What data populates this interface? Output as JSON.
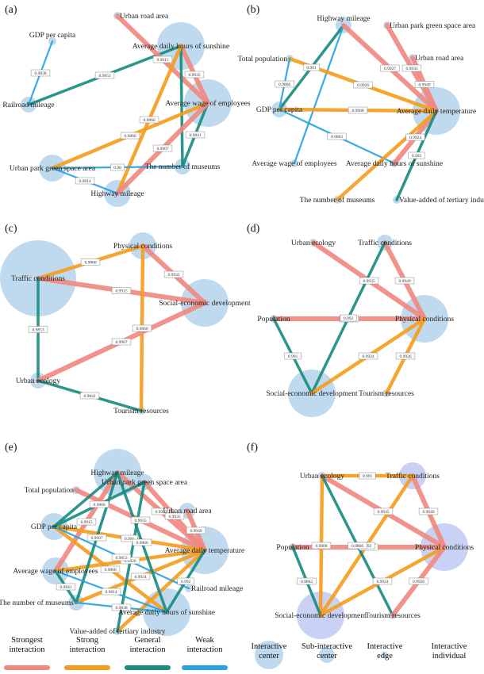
{
  "colors": {
    "strongest": "#F08A80",
    "strong": "#F59D1E",
    "general": "#1A8C80",
    "weak": "#27A4E0",
    "node": "#A9CDE8",
    "node_alt": "#B7C3F2"
  },
  "legend": {
    "edges": [
      {
        "label": "Strongest\ninteraction",
        "type": "strongest"
      },
      {
        "label": "Strong\ninteraction",
        "type": "strong"
      },
      {
        "label": "General\ninteraction",
        "type": "general"
      },
      {
        "label": "Weak\ninteraction",
        "type": "weak"
      }
    ],
    "nodes": [
      {
        "label": "Interactive\ncenter",
        "kind": "circle-large"
      },
      {
        "label": "Sub-interactive\ncenter",
        "kind": "circle-small"
      },
      {
        "label": "Interactive\nedge",
        "kind": "dot"
      },
      {
        "label": "Interactive\nindividual",
        "kind": "tiny"
      }
    ]
  },
  "panels": [
    {
      "label": "(a)",
      "nodes": [
        {
          "id": "gdp",
          "label": "GDP per capita",
          "size": "tiny"
        },
        {
          "id": "road",
          "label": "Urban road area",
          "size": "tiny"
        },
        {
          "id": "sun",
          "label": "Average daily hours of sunshine",
          "size": "large"
        },
        {
          "id": "rail",
          "label": "Railroad mileage",
          "size": "small"
        },
        {
          "id": "wage",
          "label": "Average wage of employees",
          "size": "large"
        },
        {
          "id": "park",
          "label": "Urban park green space area",
          "size": "medium"
        },
        {
          "id": "museum",
          "label": "The number of museums",
          "size": "small"
        },
        {
          "id": "highway",
          "label": "Highway mileage",
          "size": "medium"
        }
      ],
      "edges": [
        {
          "from": "gdp",
          "to": "rail",
          "type": "weak",
          "value": "0.9838"
        },
        {
          "from": "rail",
          "to": "sun",
          "type": "general",
          "value": "0.9853"
        },
        {
          "from": "road",
          "to": "wage",
          "type": "strongest",
          "value": "0.9915"
        },
        {
          "from": "sun",
          "to": "wage",
          "type": "strongest",
          "value": "0.9935"
        },
        {
          "from": "sun",
          "to": "museum",
          "type": "general",
          "value": ""
        },
        {
          "from": "sun",
          "to": "highway",
          "type": "strong",
          "value": "0.9866"
        },
        {
          "from": "wage",
          "to": "park",
          "type": "strong",
          "value": "0.9866"
        },
        {
          "from": "wage",
          "to": "museum",
          "type": "general",
          "value": "0.9841"
        },
        {
          "from": "wage",
          "to": "highway",
          "type": "strongest",
          "value": "0.9907"
        },
        {
          "from": "park",
          "to": "museum",
          "type": "weak",
          "value": "0.98"
        },
        {
          "from": "park",
          "to": "highway",
          "type": "weak",
          "value": "0.9814"
        }
      ]
    },
    {
      "label": "(b)",
      "nodes": [
        {
          "id": "highway",
          "label": "Highway mileage",
          "size": "small"
        },
        {
          "id": "park",
          "label": "Urban park green space area",
          "size": "tiny"
        },
        {
          "id": "pop",
          "label": "Total population",
          "size": "tiny"
        },
        {
          "id": "road",
          "label": "Urban road area",
          "size": "tiny"
        },
        {
          "id": "gdp",
          "label": "GDP per capita",
          "size": "small"
        },
        {
          "id": "temp",
          "label": "Average daily temperature",
          "size": "large"
        },
        {
          "id": "sun",
          "label": "Average daily hours of sunshine",
          "size": "tiny"
        },
        {
          "id": "wage",
          "label": "Average wage of employees",
          "size": "tiny"
        },
        {
          "id": "museum",
          "label": "The number of museums",
          "size": "tiny"
        },
        {
          "id": "tertiary",
          "label": "Value-added of tertiary industry",
          "size": "tiny"
        }
      ],
      "edges": [
        {
          "from": "highway",
          "to": "gdp",
          "type": "general",
          "value": "0.991"
        },
        {
          "from": "highway",
          "to": "wage",
          "type": "weak",
          "value": ""
        },
        {
          "from": "highway",
          "to": "temp",
          "type": "strongest",
          "value": "0.9927"
        },
        {
          "from": "pop",
          "to": "temp",
          "type": "strong",
          "value": "0.9926"
        },
        {
          "from": "pop",
          "to": "gdp",
          "type": "weak",
          "value": "0.9866"
        },
        {
          "from": "gdp",
          "to": "temp",
          "type": "strong",
          "value": "0.9908"
        },
        {
          "from": "gdp",
          "to": "sun",
          "type": "weak",
          "value": "0.9862"
        },
        {
          "from": "park",
          "to": "temp",
          "type": "strongest",
          "value": "0.9935"
        },
        {
          "from": "road",
          "to": "temp",
          "type": "strongest",
          "value": "0.9949"
        },
        {
          "from": "temp",
          "to": "sun",
          "type": "strongest",
          "value": "0.9924"
        },
        {
          "from": "temp",
          "to": "museum",
          "type": "strong",
          "value": ""
        },
        {
          "from": "temp",
          "to": "tertiary",
          "type": "general",
          "value": "0.992"
        }
      ]
    },
    {
      "label": "(c)",
      "nodes": [
        {
          "id": "physical",
          "label": "Physical conditions",
          "size": "medium"
        },
        {
          "id": "traffic",
          "label": "Traffic conditions",
          "size": "xlarge"
        },
        {
          "id": "social",
          "label": "Social-economic development",
          "size": "large"
        },
        {
          "id": "ecology",
          "label": "Urban ecology",
          "size": "small"
        },
        {
          "id": "tourism",
          "label": "Tourism resources",
          "size": "tiny"
        }
      ],
      "edges": [
        {
          "from": "traffic",
          "to": "physical",
          "type": "strong",
          "value": "0.9866"
        },
        {
          "from": "physical",
          "to": "social",
          "type": "strongest",
          "value": "0.9935"
        },
        {
          "from": "traffic",
          "to": "social",
          "type": "strongest",
          "value": "0.9915"
        },
        {
          "from": "physical",
          "to": "tourism",
          "type": "strong",
          "value": "0.9866"
        },
        {
          "from": "traffic",
          "to": "ecology",
          "type": "general",
          "value": "0.9853"
        },
        {
          "from": "ecology",
          "to": "social",
          "type": "strongest",
          "value": "0.9907"
        },
        {
          "from": "ecology",
          "to": "tourism",
          "type": "general",
          "value": "0.9841"
        }
      ]
    },
    {
      "label": "(d)",
      "nodes": [
        {
          "id": "ecology",
          "label": "Urban ecology",
          "size": "tiny"
        },
        {
          "id": "traffic",
          "label": "Traffic conditions",
          "size": "small"
        },
        {
          "id": "physical",
          "label": "Physical conditions",
          "size": "large"
        },
        {
          "id": "pop",
          "label": "Population",
          "size": "tiny"
        },
        {
          "id": "social",
          "label": "Social-economic development",
          "size": "large"
        },
        {
          "id": "tourism",
          "label": "Tourism resources",
          "size": "tiny"
        }
      ],
      "edges": [
        {
          "from": "ecology",
          "to": "physical",
          "type": "strongest",
          "value": "0.9935"
        },
        {
          "from": "traffic",
          "to": "physical",
          "type": "strongest",
          "value": "0.9949"
        },
        {
          "from": "pop",
          "to": "physical",
          "type": "strongest",
          "value": "0.9927"
        },
        {
          "from": "traffic",
          "to": "social",
          "type": "general",
          "value": "0.992"
        },
        {
          "from": "pop",
          "to": "social",
          "type": "general",
          "value": "0.991"
        },
        {
          "from": "social",
          "to": "physical",
          "type": "strong",
          "value": "0.9924"
        },
        {
          "from": "physical",
          "to": "tourism",
          "type": "strong",
          "value": "0.9926"
        }
      ]
    },
    {
      "label": "(e)",
      "nodes": [
        {
          "id": "highway",
          "label": "Highway mileage",
          "size": "large"
        },
        {
          "id": "park",
          "label": "Urban park green space area",
          "size": "small"
        },
        {
          "id": "pop",
          "label": "Total population",
          "size": "tiny"
        },
        {
          "id": "road",
          "label": "Urban road area",
          "size": "small"
        },
        {
          "id": "gdp",
          "label": "GDP per capita",
          "size": "medium"
        },
        {
          "id": "temp",
          "label": "Average daily temperature",
          "size": "large"
        },
        {
          "id": "wage",
          "label": "Average wage of employees",
          "size": "medium"
        },
        {
          "id": "rail",
          "label": "Railroad mileage",
          "size": "tiny"
        },
        {
          "id": "museum",
          "label": "The number of museums",
          "size": "small"
        },
        {
          "id": "sun",
          "label": "Average daily hours of sunshine",
          "size": "large"
        },
        {
          "id": "tertiary",
          "label": "Value-added of tertiary industry",
          "size": "tiny"
        }
      ],
      "edges": [
        {
          "from": "pop",
          "to": "temp",
          "type": "strongest",
          "value": "0.9935"
        },
        {
          "from": "highway",
          "to": "temp",
          "type": "strongest",
          "value": "0.9927"
        },
        {
          "from": "park",
          "to": "temp",
          "type": "strongest",
          "value": "0.9935"
        },
        {
          "from": "road",
          "to": "temp",
          "type": "strongest",
          "value": "0.9949"
        },
        {
          "from": "highway",
          "to": "wage",
          "type": "strongest",
          "value": "0.9915"
        },
        {
          "from": "gdp",
          "to": "temp",
          "type": "strong",
          "value": "0.991"
        },
        {
          "from": "gdp",
          "to": "sun",
          "type": "strong",
          "value": "0.9866"
        },
        {
          "from": "wage",
          "to": "temp",
          "type": "strong",
          "value": "0.9926"
        },
        {
          "from": "museum",
          "to": "temp",
          "type": "strong",
          "value": "0.9924"
        },
        {
          "from": "tertiary",
          "to": "temp",
          "type": "strong",
          "value": ""
        },
        {
          "from": "gdp",
          "to": "rail",
          "type": "weak",
          "value": "0.9853"
        },
        {
          "from": "sun",
          "to": "temp",
          "type": "general",
          "value": "0.992"
        },
        {
          "from": "highway",
          "to": "museum",
          "type": "general",
          "value": "0.9907"
        },
        {
          "from": "highway",
          "to": "sun",
          "type": "general",
          "value": "0.9866"
        },
        {
          "from": "park",
          "to": "gdp",
          "type": "general",
          "value": "0.9866"
        },
        {
          "from": "park",
          "to": "tertiary",
          "type": "general",
          "value": ""
        },
        {
          "from": "wage",
          "to": "museum",
          "type": "general",
          "value": "0.9841"
        },
        {
          "from": "gdp",
          "to": "highway",
          "type": "general",
          "value": ""
        },
        {
          "from": "museum",
          "to": "sun",
          "type": "weak",
          "value": "0.9838"
        },
        {
          "from": "wage",
          "to": "sun",
          "type": "weak",
          "value": "0.9814"
        }
      ]
    },
    {
      "label": "(f)",
      "nodes": [
        {
          "id": "ecology",
          "label": "Urban ecology",
          "size": "tiny"
        },
        {
          "id": "traffic",
          "label": "Traffic conditions",
          "size": "medium"
        },
        {
          "id": "physical",
          "label": "Physical conditions",
          "size": "large"
        },
        {
          "id": "pop",
          "label": "Population",
          "size": "tiny"
        },
        {
          "id": "social",
          "label": "Social-economic development",
          "size": "large"
        },
        {
          "id": "tourism",
          "label": "Tourism resources",
          "size": "tiny"
        }
      ],
      "edges": [
        {
          "from": "ecology",
          "to": "traffic",
          "type": "strong",
          "value": "0.991"
        },
        {
          "from": "ecology",
          "to": "physical",
          "type": "strongest",
          "value": "0.9935"
        },
        {
          "from": "traffic",
          "to": "physical",
          "type": "strongest",
          "value": "0.9949"
        },
        {
          "from": "pop",
          "to": "physical",
          "type": "strongest",
          "value": "0.9927"
        },
        {
          "from": "ecology",
          "to": "social",
          "type": "strong",
          "value": "0.9908"
        },
        {
          "from": "traffic",
          "to": "social",
          "type": "strong",
          "value": "0.992"
        },
        {
          "from": "ecology",
          "to": "tourism",
          "type": "general",
          "value": "0.9866"
        },
        {
          "from": "pop",
          "to": "social",
          "type": "general",
          "value": "0.9862"
        },
        {
          "from": "social",
          "to": "physical",
          "type": "strong",
          "value": "0.9924"
        },
        {
          "from": "physical",
          "to": "tourism",
          "type": "strongest",
          "value": "0.9926"
        }
      ]
    }
  ]
}
